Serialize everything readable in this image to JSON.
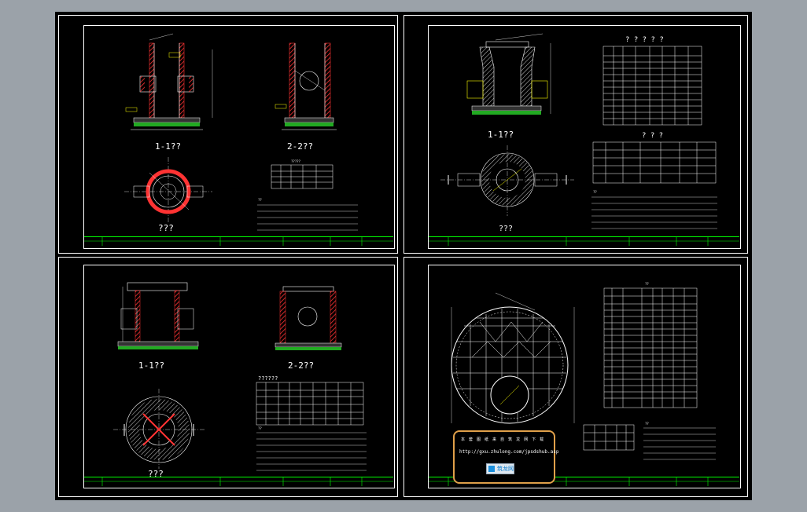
{
  "sheets": [
    {
      "views": [
        "1-1??",
        "2-2??",
        "???"
      ],
      "notes_title": "??",
      "table_title": "?????"
    },
    {
      "views": [
        "1-1??",
        "???"
      ],
      "table1_title": "? ? ? ? ?",
      "table2_title": "? ? ?",
      "notes_title": "??"
    },
    {
      "views": [
        "1-1??",
        "2-2??",
        "???"
      ],
      "table_title": "??????",
      "notes_title": "??"
    },
    {
      "table_title": "??",
      "notes_title": "??"
    }
  ],
  "watermark": {
    "line1": "本 套 图 纸 来 自 筑 龙 网 下 载",
    "url": "http://gxu.zhulong.com/jpsdshub.asp",
    "logo_text": "筑龙网"
  },
  "colors": {
    "background": "#000000",
    "line": "#ffffff",
    "hatch": "#ff3333",
    "base": "#33cc33",
    "accent": "#ffff00",
    "cyan": "#00ffff",
    "frame": "#e0a04a"
  }
}
